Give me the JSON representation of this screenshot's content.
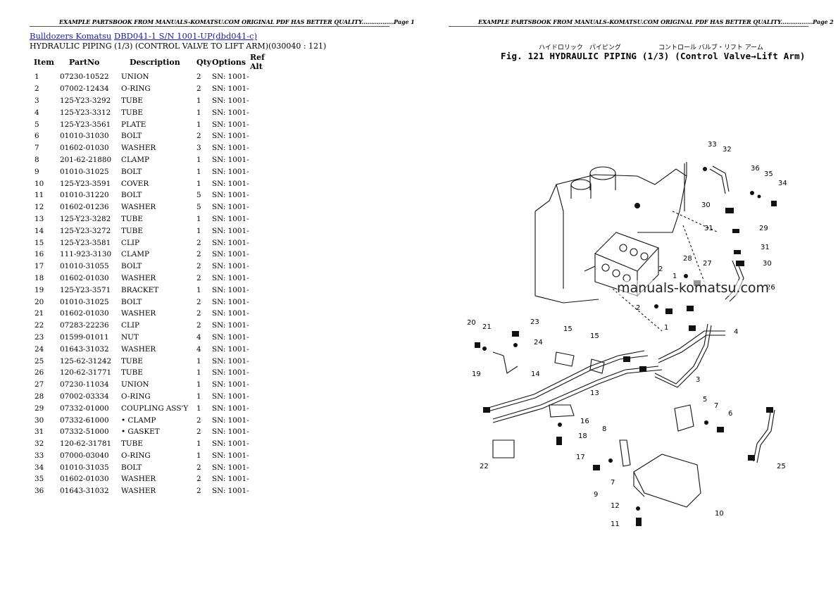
{
  "header": {
    "left": "EXAMPLE PARTSBOOK FROM MANUALS-KOMATSU.COM ORIGINAL PDF HAS BETTER QUALITY.................Page 1",
    "right": "EXAMPLE PARTSBOOK FROM MANUALS-KOMATSU.COM ORIGINAL PDF HAS BETTER QUALITY.................Page 2"
  },
  "breadcrumb": {
    "link1": "Bulldozers Komatsu",
    "link2": "DBD041-1 S/N 1001-UP(dbd041-c)"
  },
  "subtitle": "HYDRAULIC PIPING (1/3) (CONTROL VALVE TO LIFT ARM)(030040 : 121)",
  "table": {
    "headers": [
      "Item",
      "PartNo",
      "Description",
      "Qty",
      "Options",
      "Ref Alt"
    ],
    "rows": [
      [
        "1",
        "07230-10522",
        "UNION",
        "2",
        "SN: 1001-",
        ""
      ],
      [
        "2",
        "07002-12434",
        "O-RING",
        "2",
        "SN: 1001-",
        ""
      ],
      [
        "3",
        "125-Y23-3292",
        "TUBE",
        "1",
        "SN: 1001-",
        ""
      ],
      [
        "4",
        "125-Y23-3312",
        "TUBE",
        "1",
        "SN: 1001-",
        ""
      ],
      [
        "5",
        "125-Y23-3561",
        "PLATE",
        "1",
        "SN: 1001-",
        ""
      ],
      [
        "6",
        "01010-31030",
        "BOLT",
        "2",
        "SN: 1001-",
        ""
      ],
      [
        "7",
        "01602-01030",
        "WASHER",
        "3",
        "SN: 1001-",
        ""
      ],
      [
        "8",
        "201-62-21880",
        "CLAMP",
        "1",
        "SN: 1001-",
        ""
      ],
      [
        "9",
        "01010-31025",
        "BOLT",
        "1",
        "SN: 1001-",
        ""
      ],
      [
        "10",
        "125-Y23-3591",
        "COVER",
        "1",
        "SN: 1001-",
        ""
      ],
      [
        "11",
        "01010-31220",
        "BOLT",
        "5",
        "SN: 1001-",
        ""
      ],
      [
        "12",
        "01602-01236",
        "WASHER",
        "5",
        "SN: 1001-",
        ""
      ],
      [
        "13",
        "125-Y23-3282",
        "TUBE",
        "1",
        "SN: 1001-",
        ""
      ],
      [
        "14",
        "125-Y23-3272",
        "TUBE",
        "1",
        "SN: 1001-",
        ""
      ],
      [
        "15",
        "125-Y23-3581",
        "CLIP",
        "2",
        "SN: 1001-",
        ""
      ],
      [
        "16",
        "111-923-3130",
        "CLAMP",
        "2",
        "SN: 1001-",
        ""
      ],
      [
        "17",
        "01010-31055",
        "BOLT",
        "2",
        "SN: 1001-",
        ""
      ],
      [
        "18",
        "01602-01030",
        "WASHER",
        "2",
        "SN: 1001-",
        ""
      ],
      [
        "19",
        "125-Y23-3571",
        "BRACKET",
        "1",
        "SN: 1001-",
        ""
      ],
      [
        "20",
        "01010-31025",
        "BOLT",
        "2",
        "SN: 1001-",
        ""
      ],
      [
        "21",
        "01602-01030",
        "WASHER",
        "2",
        "SN: 1001-",
        ""
      ],
      [
        "22",
        "07283-22236",
        "CLIP",
        "2",
        "SN: 1001-",
        ""
      ],
      [
        "23",
        "01599-01011",
        "NUT",
        "4",
        "SN: 1001-",
        ""
      ],
      [
        "24",
        "01643-31032",
        "WASHER",
        "4",
        "SN: 1001-",
        ""
      ],
      [
        "25",
        "125-62-31242",
        "TUBE",
        "1",
        "SN: 1001-",
        ""
      ],
      [
        "26",
        "120-62-31771",
        "TUBE",
        "1",
        "SN: 1001-",
        ""
      ],
      [
        "27",
        "07230-11034",
        "UNION",
        "1",
        "SN: 1001-",
        ""
      ],
      [
        "28",
        "07002-03334",
        "O-RING",
        "1",
        "SN: 1001-",
        ""
      ],
      [
        "29",
        "07332-01000",
        "COUPLING ASS'Y",
        "1",
        "SN: 1001-",
        ""
      ],
      [
        "30",
        "07332-61000",
        "• CLAMP",
        "2",
        "SN: 1001-",
        ""
      ],
      [
        "31",
        "07332-51000",
        "• GASKET",
        "2",
        "SN: 1001-",
        ""
      ],
      [
        "32",
        "120-62-31781",
        "TUBE",
        "1",
        "SN: 1001-",
        ""
      ],
      [
        "33",
        "07000-03040",
        "O-RING",
        "1",
        "SN: 1001-",
        ""
      ],
      [
        "34",
        "01010-31035",
        "BOLT",
        "2",
        "SN: 1001-",
        ""
      ],
      [
        "35",
        "01602-01030",
        "WASHER",
        "2",
        "SN: 1001-",
        ""
      ],
      [
        "36",
        "01643-31032",
        "WASHER",
        "2",
        "SN: 1001-",
        ""
      ]
    ]
  },
  "figure": {
    "japanese_1": "ハイドロリック　パイピング",
    "japanese_2": "コントロール バルブ・リフト アーム",
    "title": "Fig. 121  HYDRAULIC PIPING (1/3) (Control Valve→Lift Arm)",
    "watermark": "manuals-komatsu.com",
    "callouts": [
      "1",
      "2",
      "3",
      "4",
      "5",
      "6",
      "7",
      "8",
      "9",
      "10",
      "11",
      "12",
      "13",
      "14",
      "15",
      "16",
      "17",
      "18",
      "19",
      "20",
      "21",
      "22",
      "23",
      "24",
      "25",
      "26",
      "27",
      "28",
      "29",
      "30",
      "31",
      "32",
      "33",
      "34",
      "35",
      "36"
    ]
  }
}
